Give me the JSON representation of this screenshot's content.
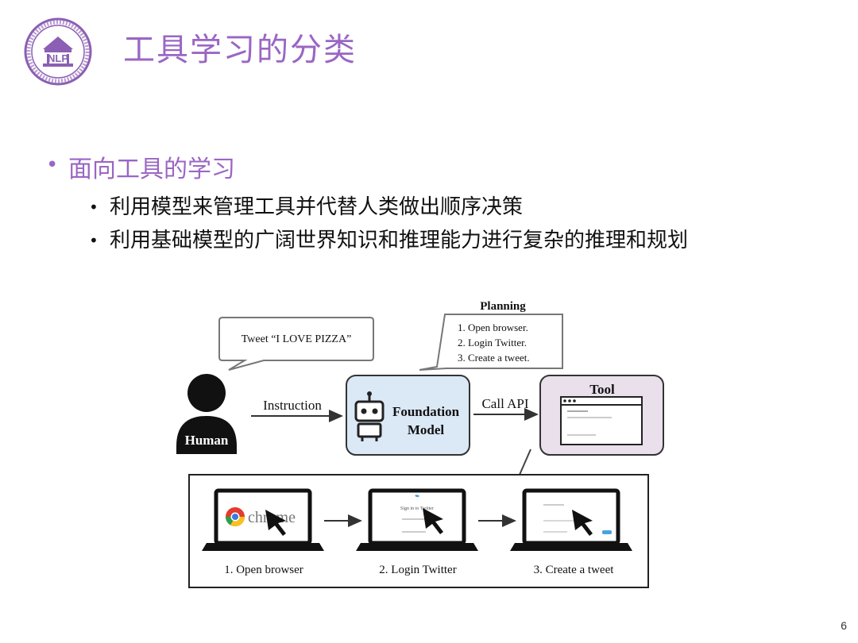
{
  "slide": {
    "title": "工具学习的分类",
    "page_number": "6",
    "logo_text": "NLP"
  },
  "bullets": {
    "level1": "面向工具的学习",
    "level2": [
      "利用模型来管理工具并代替人类做出顺序决策",
      "利用基础模型的广阔世界知识和推理能力进行复杂的推理和规划"
    ]
  },
  "diagram": {
    "speech_bubble": "Tweet “I LOVE PIZZA”",
    "human_label": "Human",
    "instruction_label": "Instruction",
    "model_label_line1": "Foundation",
    "model_label_line2": "Model",
    "call_api_label": "Call API",
    "tool_label": "Tool",
    "planning_title": "Planning",
    "planning_steps": [
      "1. Open browser.",
      "2. Login Twitter.",
      "3. Create a tweet."
    ],
    "screen1_text": "chrome",
    "screen2_text": "Sign in to Twitter",
    "steps": [
      "1. Open browser",
      "2. Login Twitter",
      "3. Create a tweet"
    ]
  },
  "colors": {
    "accent_purple": "#9a66c4",
    "model_fill": "#dbe8f5",
    "tool_fill": "#e9e0ec"
  }
}
